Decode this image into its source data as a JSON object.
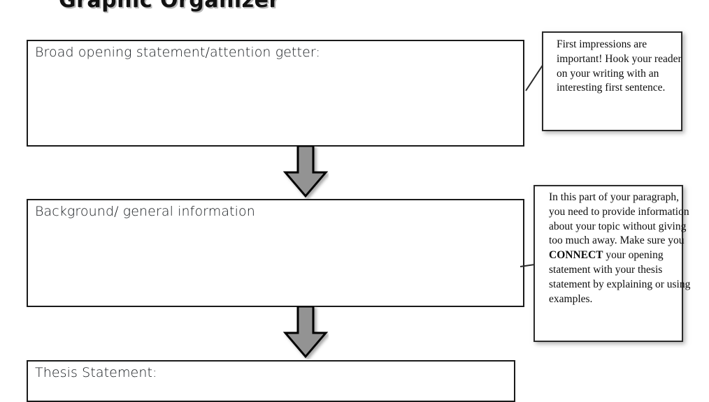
{
  "document": {
    "title": "Graphic Organizer"
  },
  "organizer": {
    "boxes": [
      {
        "name": "opening",
        "label": "Broad opening statement/attention getter:"
      },
      {
        "name": "background",
        "label": "Background/ general information"
      },
      {
        "name": "thesis",
        "label": "Thesis Statement:"
      }
    ],
    "connectors": [
      {
        "name": "arrow-1",
        "icon": "down-arrow-icon",
        "fill": "#939393",
        "stroke": "#000000"
      },
      {
        "name": "arrow-2",
        "icon": "down-arrow-icon",
        "fill": "#939393",
        "stroke": "#000000"
      }
    ]
  },
  "callouts": [
    {
      "name": "hook",
      "text": "First impressions are important! Hook your reader on your writing with an interesting first sentence."
    },
    {
      "name": "background",
      "text_before_bold": "In this part of your paragraph, you need to provide information about your topic without giving too much away. Make sure you ",
      "bold_word": "CONNECT",
      "text_after_bold": " your opening statement with your thesis statement by explaining or using examples."
    }
  ],
  "colors": {
    "arrow_fill": "#939393",
    "outline": "#1a1a1a",
    "page_background": "#ffffff",
    "text": "#14181c"
  }
}
